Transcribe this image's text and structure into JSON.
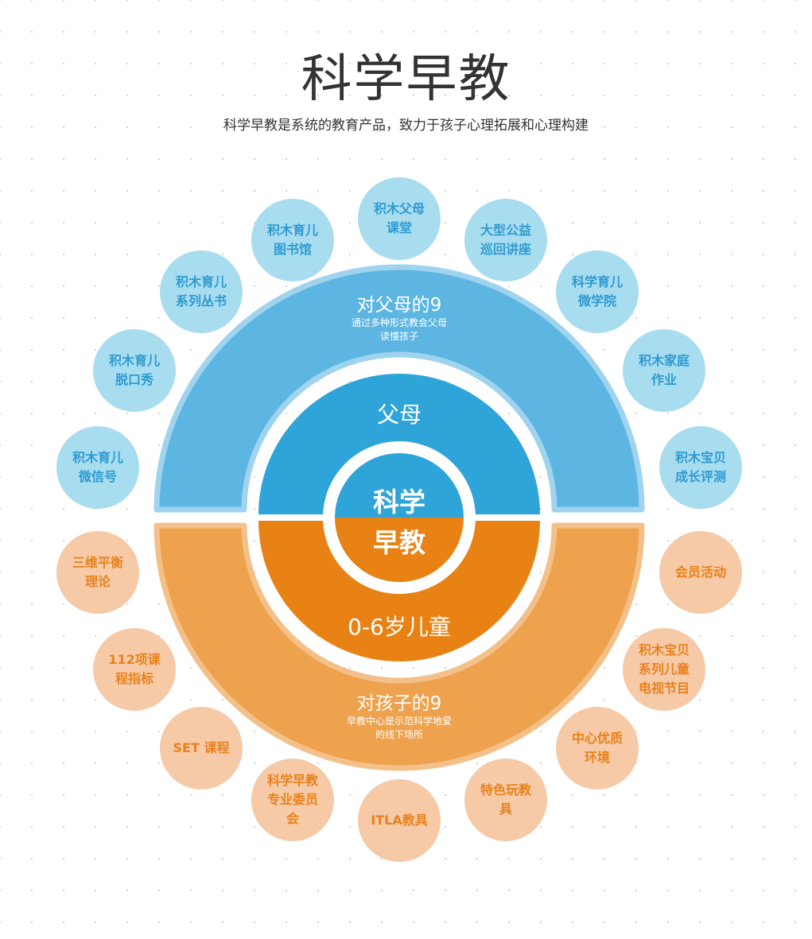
{
  "header": {
    "title": "科学早教",
    "subtitle": "科学早教是系统的教育产品，致力于孩子心理拓展和心理构建"
  },
  "colors": {
    "blue_outer": "#5cb6e1",
    "blue_inner": "#2ea4d8",
    "orange_outer": "#eea24d",
    "orange_inner": "#e98214",
    "bubble_blue": "#a8dcef",
    "bubble_orange": "#f6c9a7"
  },
  "core": {
    "top": "科学",
    "bottom": "早教"
  },
  "inner": {
    "top": "父母",
    "bottom": "0-6岁儿童"
  },
  "outer": {
    "top": {
      "title": "对父母的9",
      "desc": "通过多种形式教会父母\n读懂孩子"
    },
    "bottom": {
      "title": "对孩子的9",
      "desc": "早教中心是示范科学地爱\n的线下场所"
    }
  },
  "parent_items": [
    "积木育儿\n微信号",
    "积木育儿\n脱口秀",
    "积木育儿\n系列丛书",
    "积木育儿\n图书馆",
    "积木父母\n课堂",
    "大型公益\n巡回讲座",
    "科学育儿\n微学院",
    "积木家庭\n作业",
    "积木宝贝\n成长评测"
  ],
  "child_items": [
    "三维平衡\n理论",
    "112项课\n程指标",
    "SET 课程",
    "科学早教\n专业委员\n会",
    "ITLA教具",
    "特色玩教\n具",
    "中心优质\n环境",
    "积木宝贝\n系列儿童\n电视节目",
    "会员活动"
  ]
}
